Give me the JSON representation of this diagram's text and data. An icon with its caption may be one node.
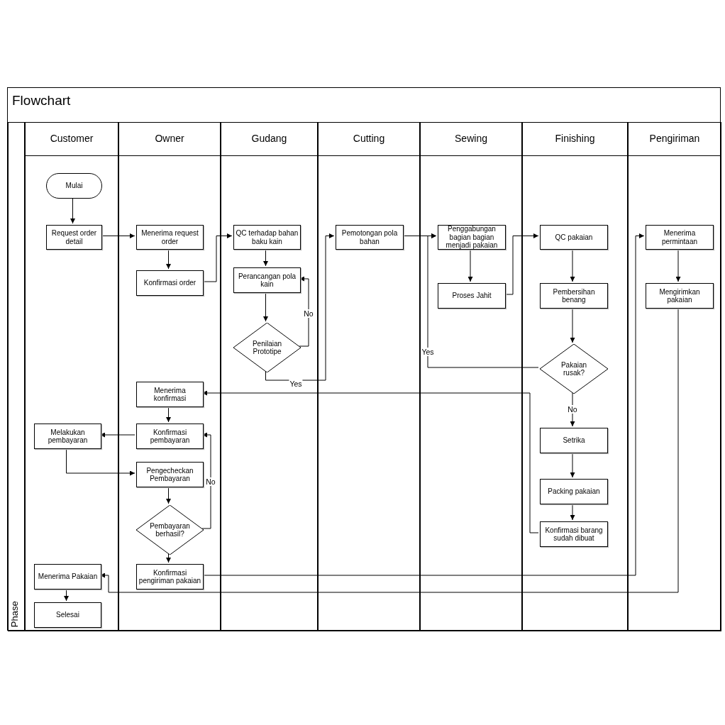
{
  "diagram": {
    "nodes": [
      {
        "text": [
          "Flowchart"
        ]
      },
      {
        "text": [
          "Customer"
        ],
        "in": 0
      },
      {
        "text": [
          "Owner"
        ],
        "in": 0
      },
      {
        "text": [
          "Gudang"
        ],
        "in": 0
      },
      {
        "text": [
          "Cutting"
        ],
        "in": 0
      },
      {
        "text": [
          "Sewing"
        ],
        "in": 0
      },
      {
        "text": [
          "Finishing"
        ],
        "in": 0
      },
      {
        "text": [
          "Pengiriman"
        ],
        "in": 0
      },
      {
        "text": [
          "Phase"
        ],
        "in": 0
      },
      {
        "text": [
          "Mulai"
        ],
        "in": 1
      },
      {
        "text": [
          "Request order detail"
        ],
        "in": 1
      },
      {
        "text": [
          "Melakukan pembayaran"
        ],
        "in": 1
      },
      {
        "text": [
          "Menerima Pakaian"
        ],
        "in": 1
      },
      {
        "text": [
          "Selesai"
        ],
        "in": 1
      },
      {
        "text": [
          "Menerima request order"
        ],
        "in": 2
      },
      {
        "text": [
          "Konfirmasi order"
        ],
        "in": 2
      },
      {
        "text": [
          "Menerima konfirmasi"
        ],
        "in": 2
      },
      {
        "text": [
          "Konfirmasi pembayaran"
        ],
        "in": 2
      },
      {
        "text": [
          "Pengecheckan Pembayaran"
        ],
        "in": 2
      },
      {
        "text": [
          "Pembayaran berhasil?"
        ],
        "in": 2
      },
      {
        "text": [
          "Konfirmasi pengiriman pakaian"
        ],
        "in": 2
      },
      {
        "text": [
          "QC terhadap bahan baku kain"
        ],
        "in": 3
      },
      {
        "text": [
          "Perancangan pola kain"
        ],
        "in": 3
      },
      {
        "text": [
          "Penilaian Prototipe"
        ],
        "in": 3
      },
      {
        "text": [
          "Pemotongan pola bahan"
        ],
        "in": 4
      },
      {
        "text": [
          "Penggabungan bagian bagian menjadi pakaian"
        ],
        "in": 5
      },
      {
        "text": [
          "Proses Jahit"
        ],
        "in": 5
      },
      {
        "text": [
          "QC pakaian"
        ],
        "in": 6
      },
      {
        "text": [
          "Pembersihan benang"
        ],
        "in": 6
      },
      {
        "text": [
          "Pakaian rusak?"
        ],
        "in": 6
      },
      {
        "text": [
          "Setrika"
        ],
        "in": 6
      },
      {
        "text": [
          "Packing pakaian"
        ],
        "in": 6
      },
      {
        "text": [
          "Konfirmasi barang sudah dibuat"
        ],
        "in": 6
      },
      {
        "text": [
          "Menerima permintaan"
        ],
        "in": 7
      },
      {
        "text": [
          "Mengirimkan pakaian"
        ],
        "in": 7
      }
    ],
    "edges": [
      {
        "from": 9,
        "to": 10,
        "arrow": "to"
      },
      {
        "from": 10,
        "to": 14,
        "arrow": "to"
      },
      {
        "from": 14,
        "to": 15,
        "arrow": "to"
      },
      {
        "from": 15,
        "to": 21,
        "arrow": "to"
      },
      {
        "from": 21,
        "to": 22,
        "arrow": "to"
      },
      {
        "from": 22,
        "to": 23,
        "arrow": "to"
      },
      {
        "from": 23,
        "to": 22,
        "arrow": "to",
        "label": "No"
      },
      {
        "from": 23,
        "to": 24,
        "arrow": "to",
        "label": "Yes"
      },
      {
        "from": 24,
        "to": 25,
        "arrow": "to"
      },
      {
        "from": 25,
        "to": 26,
        "arrow": "to"
      },
      {
        "from": 26,
        "to": 27,
        "arrow": "to"
      },
      {
        "from": 27,
        "to": 28,
        "arrow": "to"
      },
      {
        "from": 28,
        "to": 29,
        "arrow": "to"
      },
      {
        "from": 29,
        "to": 25,
        "arrow": "to",
        "label": "Yes"
      },
      {
        "from": 29,
        "to": 30,
        "arrow": "to",
        "label": "No"
      },
      {
        "from": 30,
        "to": 31,
        "arrow": "to"
      },
      {
        "from": 31,
        "to": 32,
        "arrow": "to"
      },
      {
        "from": 32,
        "to": 16,
        "arrow": "to"
      },
      {
        "from": 16,
        "to": 17,
        "arrow": "to"
      },
      {
        "from": 17,
        "to": 11,
        "arrow": "to"
      },
      {
        "from": 11,
        "to": 18,
        "arrow": "to"
      },
      {
        "from": 18,
        "to": 19,
        "arrow": "to"
      },
      {
        "from": 19,
        "to": 17,
        "arrow": "to",
        "label": "No"
      },
      {
        "from": 19,
        "to": 20,
        "arrow": "to"
      },
      {
        "from": 20,
        "to": 33,
        "arrow": "to"
      },
      {
        "from": 33,
        "to": 34,
        "arrow": "to"
      },
      {
        "from": 34,
        "to": 12,
        "arrow": "to"
      },
      {
        "from": 12,
        "to": 13,
        "arrow": "to"
      }
    ]
  }
}
